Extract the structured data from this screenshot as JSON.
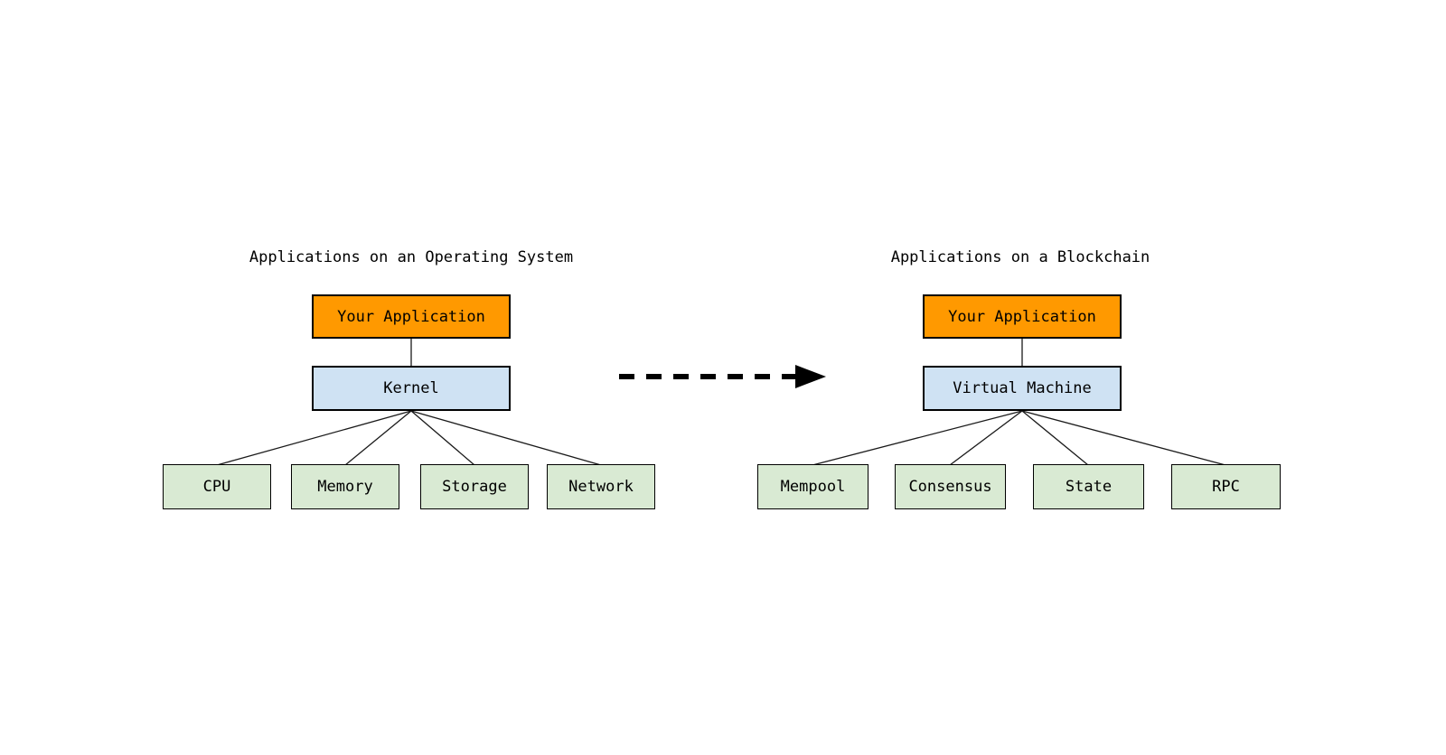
{
  "colors": {
    "background": "#FFFFFF",
    "application_box_fill": "#FF9900",
    "kernel_vm_box_fill": "#CFE2F3",
    "component_box_fill": "#D9EAD3",
    "box_border": "#000000",
    "connector_line": "#1A1A1A",
    "arrow": "#000000",
    "text": "#000000"
  },
  "left_diagram": {
    "title": "Applications on an Operating System",
    "top_box": "Your Application",
    "middle_box": "Kernel",
    "children": [
      "CPU",
      "Memory",
      "Storage",
      "Network"
    ]
  },
  "right_diagram": {
    "title": "Applications on a Blockchain",
    "top_box": "Your Application",
    "middle_box": "Virtual Machine",
    "children": [
      "Mempool",
      "Consensus",
      "State",
      "RPC"
    ]
  },
  "icons": {
    "transform_arrow": "dashed-arrow-right"
  }
}
